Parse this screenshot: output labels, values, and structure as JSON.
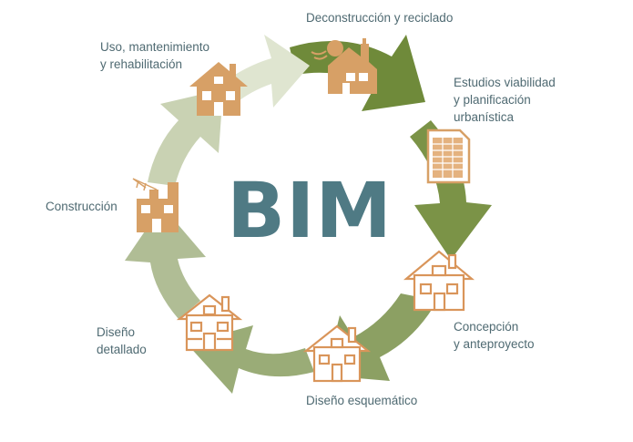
{
  "center": {
    "title": "BIM",
    "color": "#4f7a84"
  },
  "stages": [
    {
      "key": "deconstruction",
      "label": "Deconstrucción y reciclado",
      "icon": "demolition-icon"
    },
    {
      "key": "feasibility",
      "label": "Estudios viabilidad\ny planificación\nurbanística",
      "icon": "document-icon"
    },
    {
      "key": "concept",
      "label": "Concepción\ny anteproyecto",
      "icon": "house-sketch-icon"
    },
    {
      "key": "schematic",
      "label": "Diseño esquemático",
      "icon": "house-drawing-icon"
    },
    {
      "key": "detailed",
      "label": "Diseño\ndetallado",
      "icon": "house-detailed-icon"
    },
    {
      "key": "construction",
      "label": "Construcción",
      "icon": "construction-crane-icon"
    },
    {
      "key": "use",
      "label": "Uso, mantenimiento\ny rehabilitación",
      "icon": "house-icon"
    }
  ],
  "colors": {
    "text": "#4f6a72",
    "icon_fill": "#d7a066",
    "icon_outline": "#d9955a",
    "arrow_dark": "#6f8a3a",
    "arrow_mid": "#8ca063",
    "arrow_light": "#b9c6a0",
    "arrow_pale": "#dfe5d0"
  }
}
